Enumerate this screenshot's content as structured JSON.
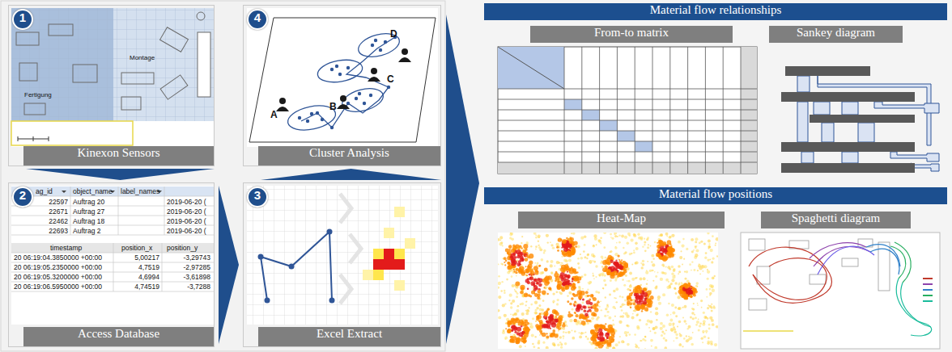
{
  "diagram": {
    "nodes": [
      {
        "text": [
          "Kinexon Sensors"
        ]
      },
      {
        "text": [
          "1"
        ],
        "in": 0
      },
      {
        "text": [
          "Access Database"
        ]
      },
      {
        "text": [
          "2"
        ],
        "in": 2
      },
      {
        "text": [
          "Excel Extract"
        ]
      },
      {
        "text": [
          "3"
        ],
        "in": 4
      },
      {
        "text": [
          "Cluster Analysis"
        ]
      },
      {
        "text": [
          "4"
        ],
        "in": 6
      },
      {
        "text": [
          "Material flow relationships"
        ]
      },
      {
        "text": [
          "From-to matrix"
        ],
        "in": 8
      },
      {
        "text": [
          "Sankey diagram"
        ],
        "in": 8
      },
      {
        "text": [
          "Material flow positions"
        ]
      },
      {
        "text": [
          "Heat-Map"
        ],
        "in": 11
      },
      {
        "text": [
          "Spaghetti diagram"
        ],
        "in": 11
      }
    ],
    "edges": [
      {
        "from": 0,
        "to": 2,
        "arrow": "to"
      },
      {
        "from": 2,
        "to": 4,
        "arrow": "to"
      },
      {
        "from": 4,
        "to": 6,
        "arrow": "to"
      },
      {
        "from": 6,
        "to": 8,
        "arrow": "to"
      },
      {
        "from": 6,
        "to": 11,
        "arrow": "to"
      }
    ],
    "labels": [
      "Fertigung",
      "Montage",
      "ag_id",
      "object_name",
      "label_names",
      "22597",
      "Auftrag 20",
      "2019-06-20 (",
      "22671",
      "Auftrag 27",
      "2019-06-20 (",
      "22462",
      "Auftrag 18",
      "2019-06-20 (",
      "22693",
      "Auftrag 2",
      "2019-06-20 (",
      "timestamp",
      "position_x",
      "position_y",
      "20 06:19:04.3850000 +00:00",
      "5,00217",
      "-3,29743",
      "20 06:19:05.2350000 +00:00",
      "4,7519",
      "-2,97285",
      "20 06:19:05.3200000 +00:00",
      "4,6994",
      "-3,61898",
      "20 06:19:06.5950000 +00:00",
      "4,74519",
      "-3,7288",
      "A",
      "B",
      "C",
      "D"
    ]
  }
}
